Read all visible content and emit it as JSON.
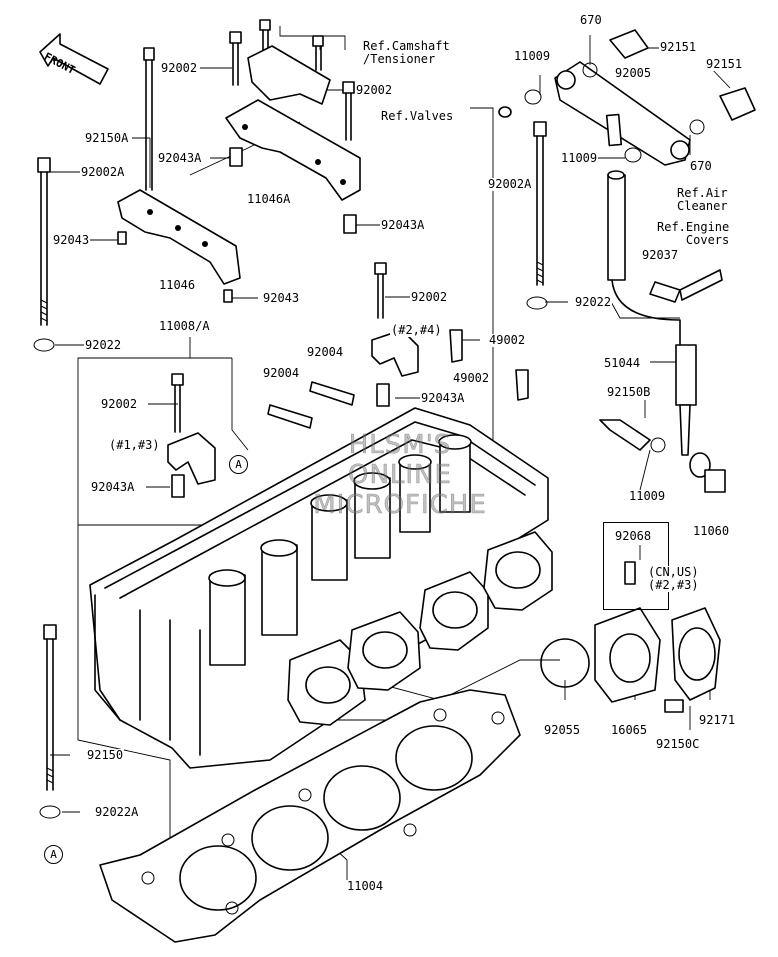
{
  "diagram": {
    "front_arrow": "FRONT",
    "watermark": [
      "HLSM'S",
      "ONLINE",
      "MICROFICHE"
    ],
    "callout_letter": "A",
    "labels": {
      "l670a": "670",
      "l92151a": "92151",
      "l92005": "92005",
      "l92151b": "92151",
      "l670b": "670",
      "l11009a": "11009",
      "l11009b": "11009",
      "l11009c": "11009",
      "ref_camshaft": "Ref.Camshaft\n/Tensioner",
      "ref_valves": "Ref.Valves",
      "ref_air": "Ref.Air\nCleaner",
      "ref_engine": "Ref.Engine\nCovers",
      "l92002a": "92002",
      "l92002b": "92002",
      "l92002c": "92002",
      "l92002d": "92002",
      "l92150A": "92150A",
      "l92002A_left": "92002A",
      "l92002A_right": "92002A",
      "l92043A_a": "92043A",
      "l92043A_b": "92043A",
      "l92043A_c": "92043A",
      "l92043A_d": "92043A",
      "l11046A": "11046A",
      "l92043_a": "92043",
      "l92043_b": "92043",
      "l11046": "11046",
      "l92037": "92037",
      "l92022a": "92022",
      "l92022b": "92022",
      "l11008": "11008/A",
      "l92004a": "92004",
      "l92004b": "92004",
      "sub_24": "(#2,#4)",
      "sub_13": "(#1,#3)",
      "l49002a": "49002",
      "l49002b": "49002",
      "l51044": "51044",
      "l92150B": "92150B",
      "l11060": "11060",
      "l92068": "92068",
      "cnus": "(CN,US)\n(#2,#3)",
      "l92150": "92150",
      "l92022A": "92022A",
      "l92055": "92055",
      "l16065": "16065",
      "l92150C": "92150C",
      "l92171": "92171",
      "l11004": "11004"
    }
  }
}
